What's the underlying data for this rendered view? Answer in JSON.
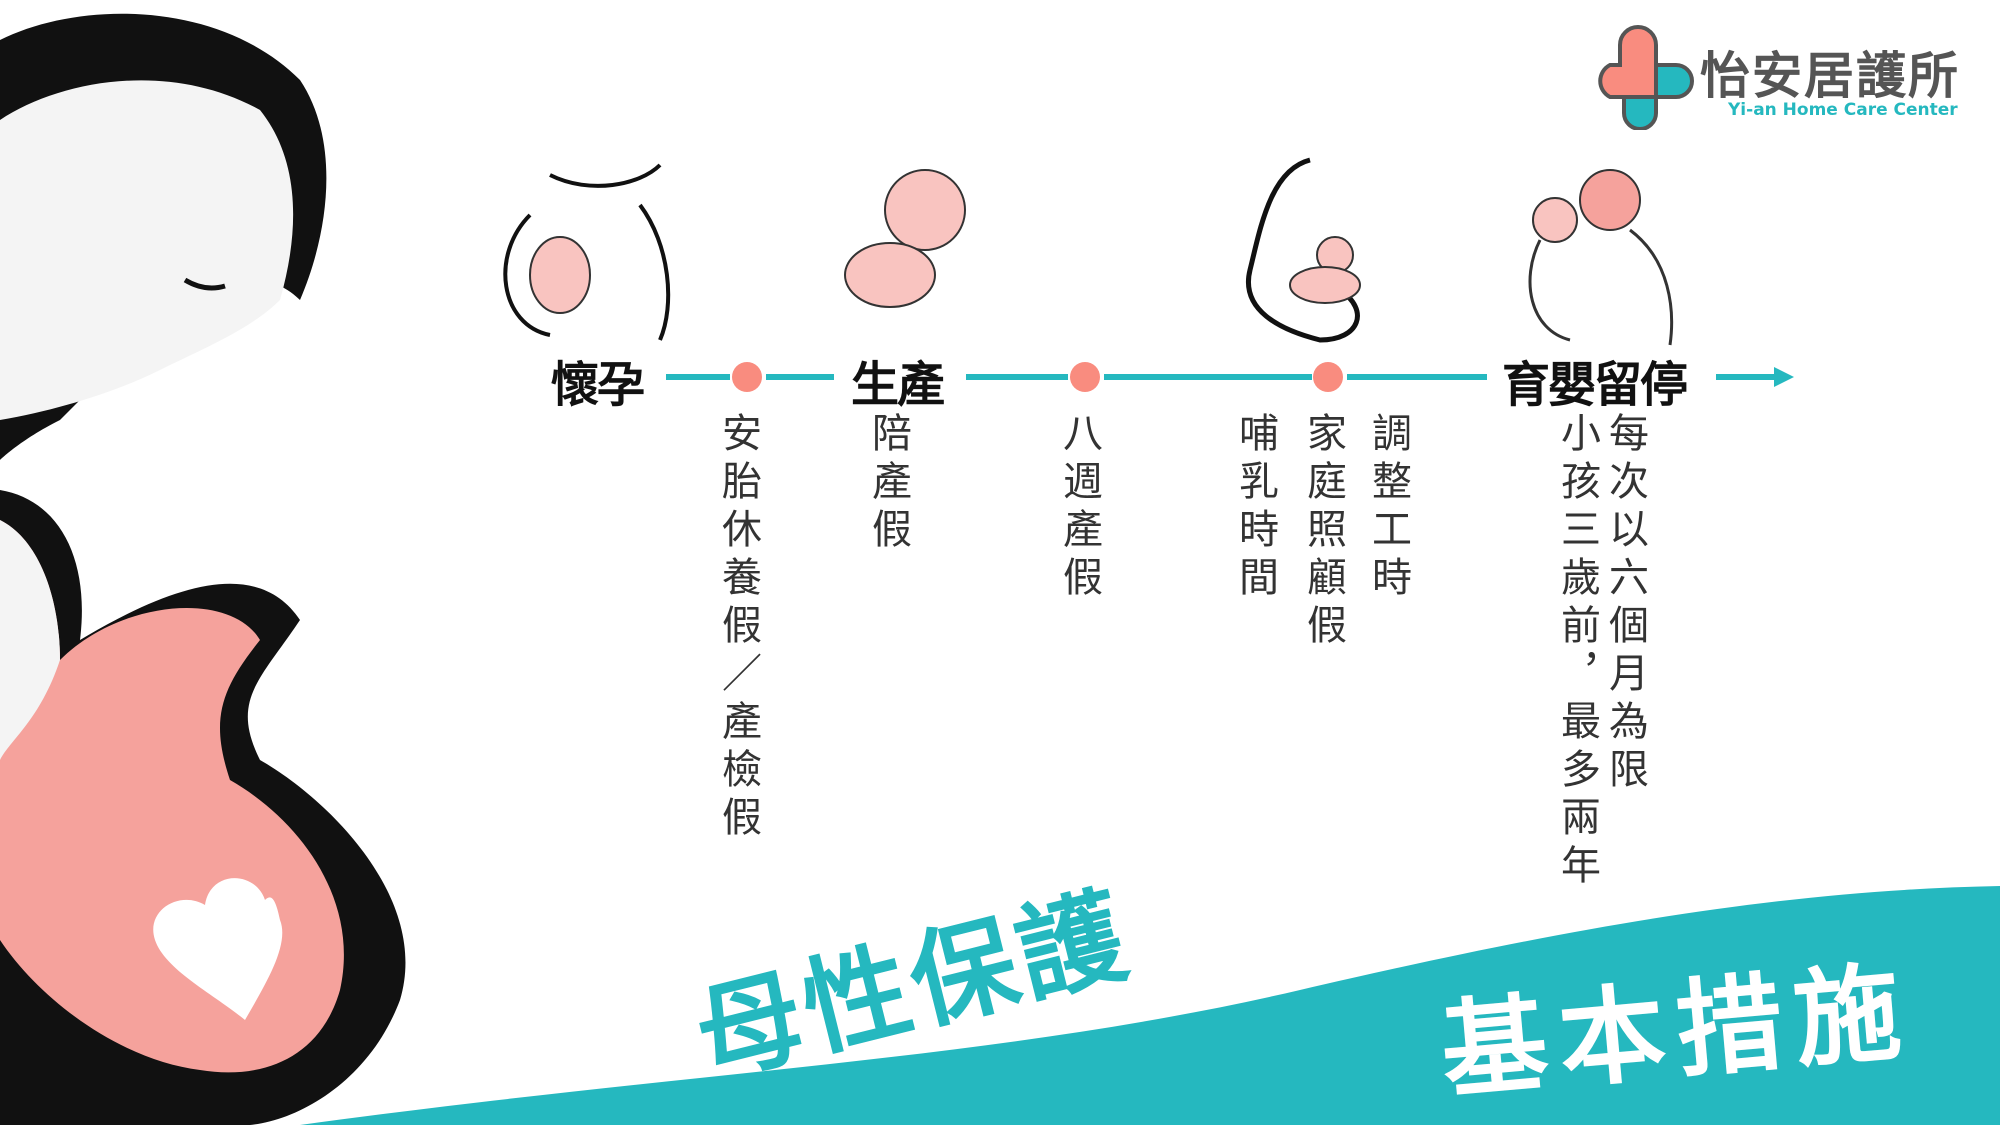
{
  "colors": {
    "accent_teal": "#25b8bf",
    "accent_coral": "#f98c7f",
    "text_dark": "#333333"
  },
  "logo": {
    "name": "怡安居護所",
    "subtitle": "Yi-an Home Care Center",
    "icon": "cross-heart-logo-icon"
  },
  "timeline": {
    "stages": [
      {
        "label": "懷孕",
        "icon": "pregnant-belly-fetus-icon"
      },
      {
        "label": "生產",
        "icon": "newborn-baby-icon"
      },
      {
        "label": "",
        "icon": "mother-breastfeeding-icon"
      },
      {
        "label": "育嬰留停",
        "icon": "parent-holding-baby-icon"
      }
    ],
    "measures": [
      "安胎休養假／產檢假",
      "陪產假",
      "八週產假",
      "哺乳時間",
      "家庭照顧假",
      "調整工時",
      "小孩三歲前，最多兩年",
      "每次以六個月為限"
    ]
  },
  "title": {
    "main": "母性保護",
    "sub": "基本措施"
  },
  "illustration": "pregnant-woman-silhouette"
}
